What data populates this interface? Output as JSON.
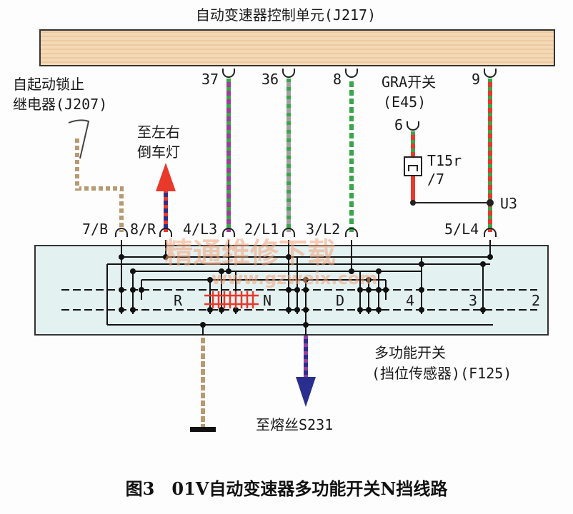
{
  "ecu": {
    "label": "自动变速器控制单元(J217)"
  },
  "relay": {
    "line1": "自起动锁止",
    "line2": "继电器(J207)"
  },
  "reverse_lamp": {
    "line1": "至左右",
    "line2": "倒车灯"
  },
  "gra_switch": {
    "line1": "GRA开关",
    "line2": "(E45)",
    "pin": "6"
  },
  "connector_t15r": {
    "line1": "T15r",
    "line2": "/7"
  },
  "junction_u3": "U3",
  "ecu_pins": [
    "37",
    "36",
    "8",
    "9"
  ],
  "switch_pins": [
    "7/B",
    "8/R",
    "4/L3",
    "2/L1",
    "3/L2",
    "5/L4"
  ],
  "positions": [
    "R",
    "N",
    "D",
    "4",
    "3",
    "2"
  ],
  "multi_switch": {
    "line1": "多功能开关",
    "line2": "(挡位传感器)(F125)"
  },
  "fuse": "至熔丝S231",
  "watermark": {
    "line1": "精通维修下载",
    "line2": "www.gzweix.com"
  },
  "caption": "图3　01V自动变速器多功能开关N挡线路",
  "colors": {
    "ecu_fill": "#f3d9b5",
    "switch_fill": "#e3f1f1",
    "wire_red": "#e8392a",
    "wire_green": "#3aa64a",
    "wire_purple": "#9b3f9b",
    "wire_grey": "#a0a0a0",
    "wire_brown": "#b79a72",
    "wire_blue": "#2a2f8f"
  }
}
